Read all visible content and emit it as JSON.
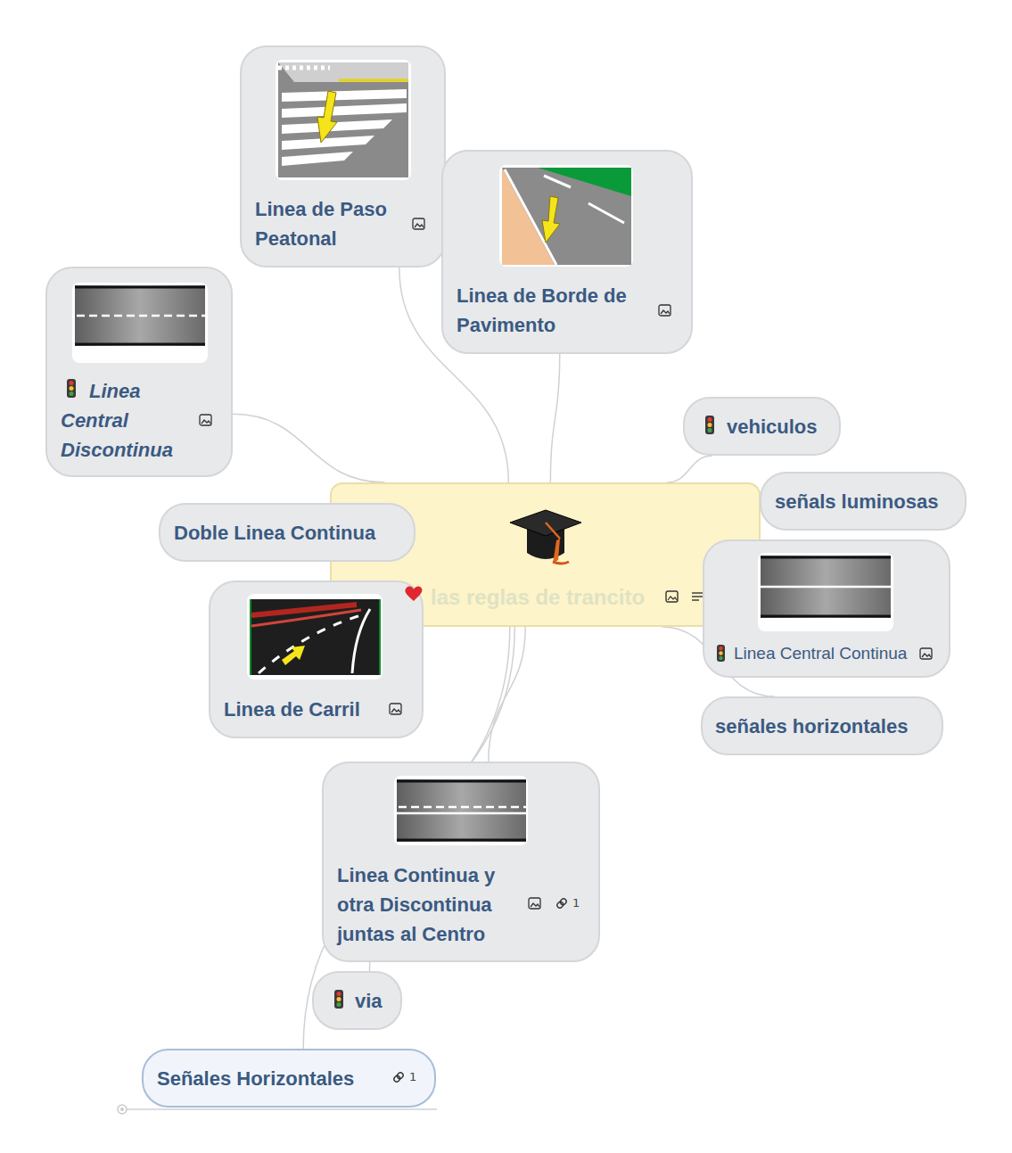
{
  "diagram": {
    "nodes": [
      {
        "text": [
          "las reglas de trancito"
        ]
      },
      {
        "text": [
          "Linea de Paso Peatonal"
        ]
      },
      {
        "text": [
          "Linea de Borde de Pavimento"
        ]
      },
      {
        "text": [
          "Linea Central Discontinua"
        ]
      },
      {
        "text": [
          "vehiculos"
        ]
      },
      {
        "text": [
          "señals luminosas"
        ]
      },
      {
        "text": [
          "Doble Linea Continua"
        ]
      },
      {
        "text": [
          "Linea Central Continua"
        ]
      },
      {
        "text": [
          "Linea de Carril"
        ]
      },
      {
        "text": [
          "señales horizontales"
        ]
      },
      {
        "text": [
          "Linea Continua y otra Discontinua juntas al Centro",
          "1"
        ]
      },
      {
        "text": [
          "via"
        ]
      },
      {
        "text": [
          "Señales Horizontales",
          "1"
        ]
      }
    ],
    "edges": [
      {
        "from": 0,
        "to": 1,
        "arrow": "none"
      },
      {
        "from": 0,
        "to": 2,
        "arrow": "none"
      },
      {
        "from": 0,
        "to": 3,
        "arrow": "none"
      },
      {
        "from": 0,
        "to": 4,
        "arrow": "none"
      },
      {
        "from": 0,
        "to": 5,
        "arrow": "none"
      },
      {
        "from": 0,
        "to": 6,
        "arrow": "none"
      },
      {
        "from": 0,
        "to": 7,
        "arrow": "none"
      },
      {
        "from": 0,
        "to": 8,
        "arrow": "none"
      },
      {
        "from": 0,
        "to": 9,
        "arrow": "none"
      },
      {
        "from": 0,
        "to": 10,
        "arrow": "none"
      },
      {
        "from": 0,
        "to": 11,
        "arrow": "none"
      },
      {
        "from": 0,
        "to": 12,
        "arrow": "none"
      }
    ]
  }
}
